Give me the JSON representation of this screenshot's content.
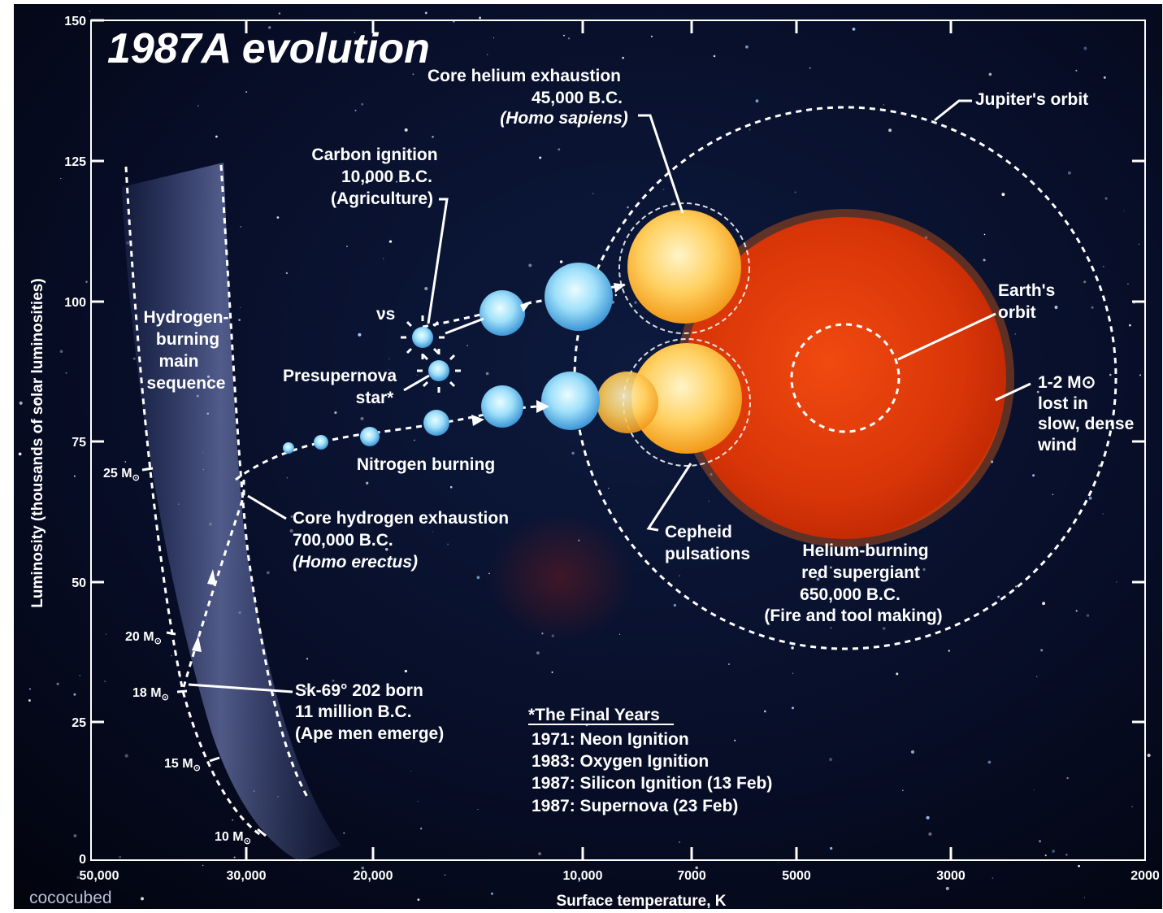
{
  "title": "1987A evolution",
  "watermark": "cococubed",
  "axes": {
    "x_label": "Surface temperature, K",
    "y_label": "Luminosity (thousands of solar luminosities)",
    "x_ticks": [
      "50,000",
      "30,000",
      "20,000",
      "10,000",
      "7000",
      "5000",
      "3000",
      "2000"
    ],
    "y_ticks": [
      "150",
      "125",
      "100",
      "75",
      "50",
      "25",
      "0"
    ]
  },
  "mass_labels": {
    "m25": "25 M",
    "m20": "20 M",
    "m18": "18 M",
    "m15": "15 M",
    "m10": "10 M",
    "sun_symbol": "⊙"
  },
  "labels": {
    "main_sequence": [
      "Hydrogen-",
      "burning",
      "main",
      "sequence"
    ],
    "core_helium": [
      "Core helium exhaustion",
      "45,000 B.C.",
      "(Homo sapiens)"
    ],
    "carbon": [
      "Carbon ignition",
      "10,000 B.C.",
      "(Agriculture)"
    ],
    "neutrinos": "νs",
    "presupernova": [
      "Presupernova",
      "star*"
    ],
    "nitrogen": "Nitrogen burning",
    "core_hydrogen": [
      "Core hydrogen exhaustion",
      "700,000 B.C.",
      "(Homo erectus)"
    ],
    "sk69": [
      "Sk-69° 202 born",
      "11 million B.C.",
      "(Ape men emerge)"
    ],
    "jupiter": "Jupiter's orbit",
    "earth": [
      "Earth's",
      "orbit"
    ],
    "mass_loss": [
      "1-2 M⊙",
      "lost in",
      "slow, dense",
      "wind"
    ],
    "cepheid": [
      "Cepheid",
      "pulsations"
    ],
    "red_supergiant": [
      "Helium-burning",
      "red supergiant",
      "650,000 B.C.",
      "(Fire and tool making)"
    ]
  },
  "final_years": {
    "heading": "*The Final Years",
    "items": [
      "1971: Neon Ignition",
      "1983: Oxygen Ignition",
      "1987: Silicon Ignition (13 Feb)",
      "1987: Supernova (23 Feb)"
    ]
  },
  "colors": {
    "background": "#04081c",
    "main_sequence_band": "#6d7fc4",
    "blue_star": "#7fd0f5",
    "yellow_star": "#ffd060",
    "red_supergiant": "#e8420e"
  }
}
